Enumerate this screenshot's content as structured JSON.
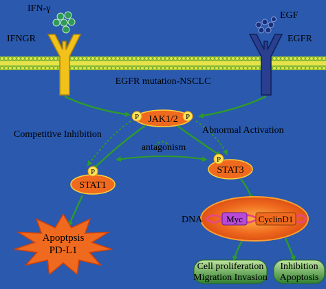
{
  "colors": {
    "background": "#2a59ad",
    "membrane_yellow": "#e8e24a",
    "membrane_green": "#8fc23c",
    "ifngr_receptor": "#f2c21a",
    "egfr_receptor": "#2a3f8f",
    "ifn_ligand": "#2f9a56",
    "egf_ligand": "#1a2f7a",
    "node_fill": "#ef6a1f",
    "node_stroke": "#ffd23a",
    "arrow_green": "#2e9a2e",
    "outcome_fill": "#2f8f3a",
    "star_fill": "#ef6a1f",
    "dna_pink": "#e84a7a",
    "myc_fill": "#b84ad8"
  },
  "ligands": {
    "ifn": "IFN-γ",
    "egf": "EGF"
  },
  "receptors": {
    "ifngr": "IFNGR",
    "egfr": "EGFR"
  },
  "membrane_label": "EGFR mutation-NSCLC",
  "nodes": {
    "jak": "JAK1/2",
    "stat1": "STAT1",
    "stat3": "STAT3"
  },
  "phospho": "P",
  "annotations": {
    "competitive": "Competitive Inhibition",
    "abnormal": "Abnormal Activation",
    "antagonism": "antagonism"
  },
  "dna": {
    "label": "DNA",
    "myc": "Myc",
    "cyclin": "CyclinD1"
  },
  "apoptosis": {
    "line1": "Apoptpsis",
    "line2": "PD-L1"
  },
  "outcomes": {
    "left_line1": "Cell proliferation",
    "left_line2": "Migration Invasion",
    "right_line1": "Inhibition",
    "right_line2": "Apoptosis"
  }
}
